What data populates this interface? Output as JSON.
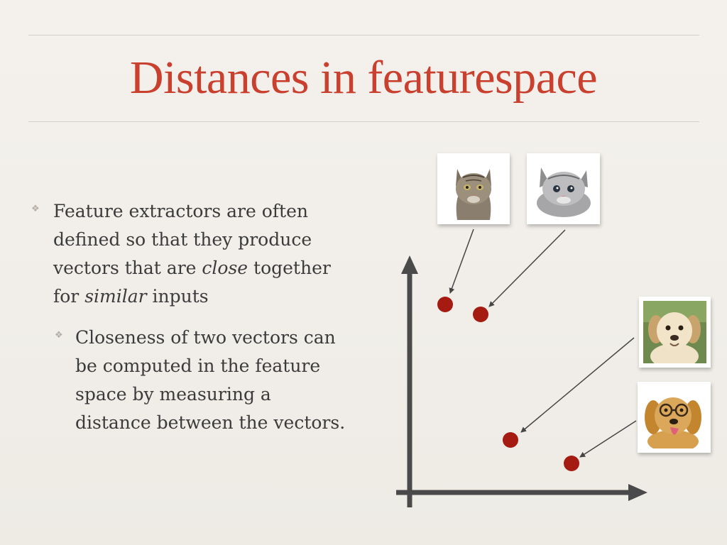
{
  "slide": {
    "title": "Distances in featurespace",
    "bullets": [
      {
        "level": 1,
        "glyph": "❖",
        "parts": [
          {
            "text": "Feature extractors are often defined so that they produce vectors that are ",
            "italic": false
          },
          {
            "text": "close",
            "italic": true
          },
          {
            "text": " together for ",
            "italic": false
          },
          {
            "text": "similar",
            "italic": true
          },
          {
            "text": " inputs",
            "italic": false
          }
        ]
      },
      {
        "level": 2,
        "glyph": "❖",
        "parts": [
          {
            "text": "Closeness of two vectors can be computed in the feature space by measuring a distance between the vectors.",
            "italic": false
          }
        ]
      }
    ]
  },
  "diagram": {
    "photos": [
      {
        "name": "photo-cat-tabby",
        "subject": "tabby-cat"
      },
      {
        "name": "photo-kitten",
        "subject": "grey-kitten"
      },
      {
        "name": "photo-puppy",
        "subject": "labrador-puppy"
      },
      {
        "name": "photo-golden",
        "subject": "golden-retriever-with-glasses"
      }
    ],
    "point_color": "#a51b12",
    "axis_color": "#4a4a4a",
    "arrow_color": "#454545"
  },
  "colors": {
    "title": "#c9402f",
    "text": "#3b3b3b",
    "background": "#f3f0eb"
  }
}
